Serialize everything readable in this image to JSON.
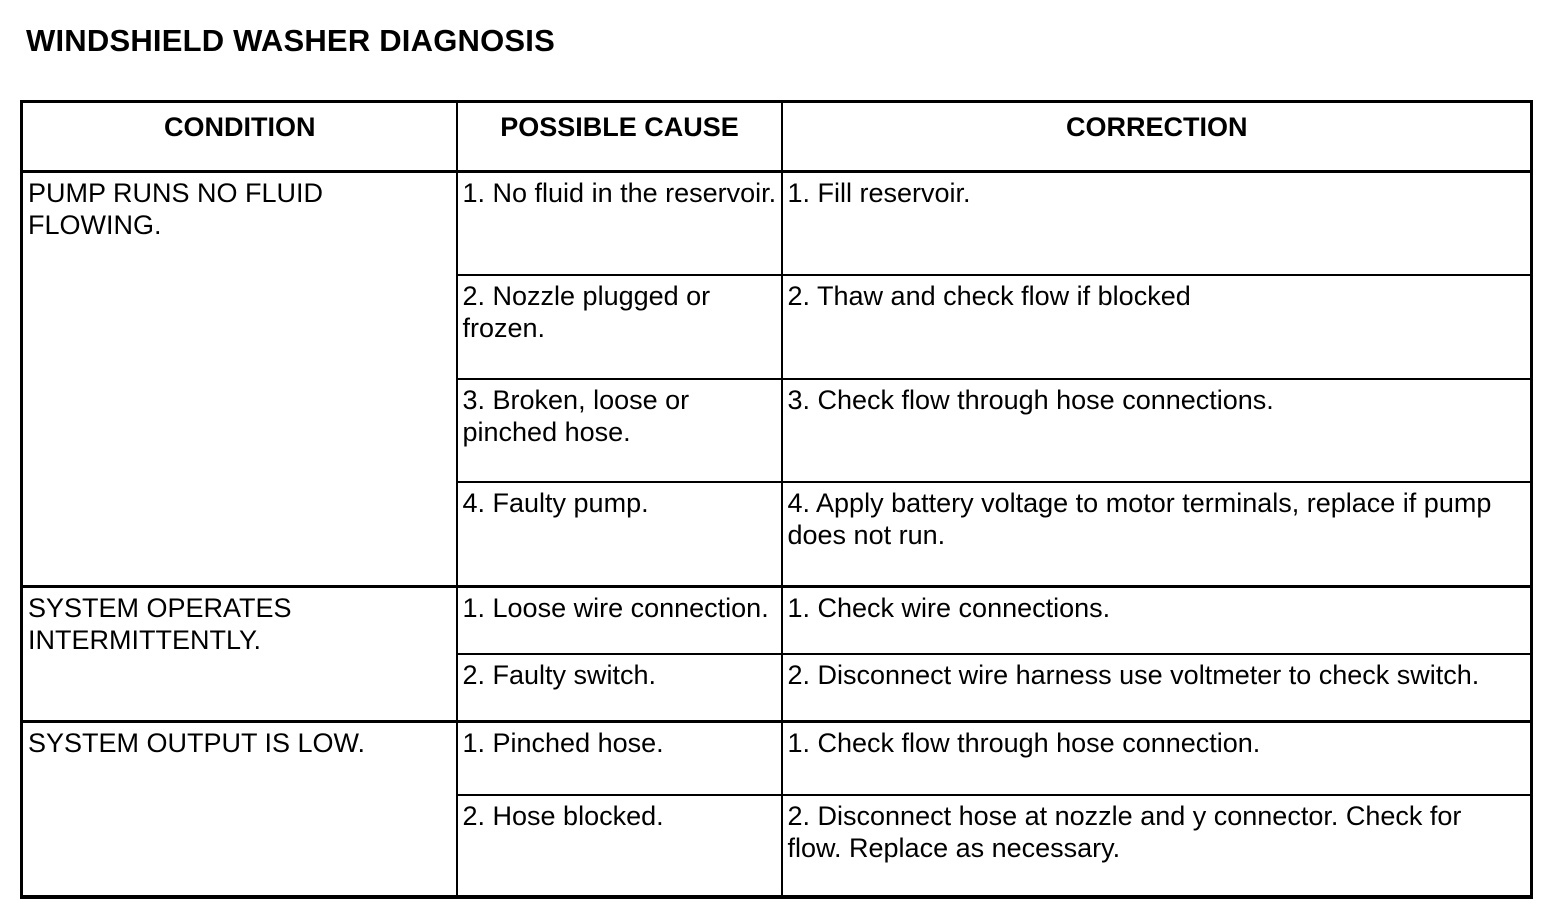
{
  "page": {
    "title": "WINDSHIELD WASHER DIAGNOSIS"
  },
  "colors": {
    "text": "#000000",
    "background": "#ffffff",
    "table_border": "#000000"
  },
  "table": {
    "headers": {
      "condition": "CONDITION",
      "cause": "POSSIBLE CAUSE",
      "correction": "CORRECTION"
    },
    "groups": [
      {
        "condition": "PUMP RUNS NO FLUID FLOWING.",
        "rows": [
          {
            "cause": "1. No fluid in the reservoir.",
            "correction": "1. Fill reservoir."
          },
          {
            "cause": "2. Nozzle plugged or frozen.",
            "correction": "2. Thaw and check flow if blocked"
          },
          {
            "cause": "3. Broken, loose or pinched hose.",
            "correction": "3. Check flow through hose connections."
          },
          {
            "cause": "4. Faulty pump.",
            "correction": "4. Apply battery voltage to motor terminals, replace if pump does not run."
          }
        ]
      },
      {
        "condition": "SYSTEM OPERATES INTERMITTENTLY.",
        "rows": [
          {
            "cause": "1. Loose wire connection.",
            "correction": "1. Check wire connections."
          },
          {
            "cause": "2. Faulty switch.",
            "correction": "2. Disconnect wire harness use voltmeter to check switch."
          }
        ]
      },
      {
        "condition": "SYSTEM OUTPUT IS LOW.",
        "rows": [
          {
            "cause": "1. Pinched hose.",
            "correction": "1. Check flow through hose connection."
          },
          {
            "cause": "2. Hose blocked.",
            "correction": "2. Disconnect hose at nozzle and y connector. Check for flow. Replace as necessary."
          }
        ]
      }
    ]
  }
}
